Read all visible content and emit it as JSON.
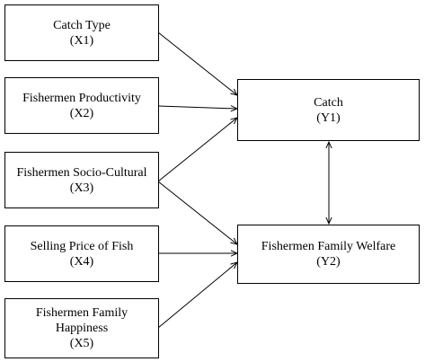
{
  "diagram": {
    "nodes": {
      "x1": {
        "label": "Catch Type",
        "code": "(X1)"
      },
      "x2": {
        "label": "Fishermen Productivity",
        "code": "(X2)"
      },
      "x3": {
        "label": "Fishermen Socio-Cultural",
        "code": "(X3)"
      },
      "x4": {
        "label": "Selling Price of Fish",
        "code": "(X4)"
      },
      "x5": {
        "label_line1": "Fishermen Family",
        "label_line2": "Happiness",
        "code": "(X5)"
      },
      "y1": {
        "label": "Catch",
        "code": "(Y1)"
      },
      "y2": {
        "label": "Fishermen Family Welfare",
        "code": "(Y2)"
      }
    },
    "edges": [
      {
        "from": "X1",
        "to": "Y1",
        "type": "directed"
      },
      {
        "from": "X2",
        "to": "Y1",
        "type": "directed"
      },
      {
        "from": "X3",
        "to": "Y1",
        "type": "directed"
      },
      {
        "from": "X3",
        "to": "Y2",
        "type": "directed"
      },
      {
        "from": "X4",
        "to": "Y2",
        "type": "directed"
      },
      {
        "from": "X5",
        "to": "Y2",
        "type": "directed"
      },
      {
        "from": "Y1",
        "to": "Y2",
        "type": "bidirectional"
      }
    ]
  }
}
